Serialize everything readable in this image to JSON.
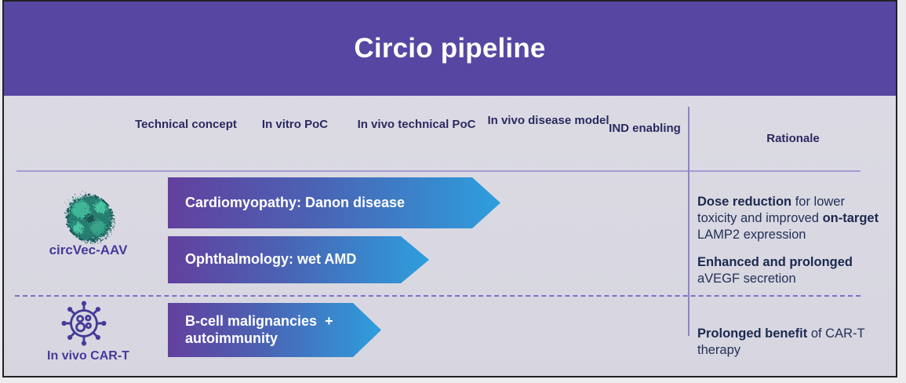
{
  "title": "Circio pipeline",
  "columns": [
    "Technical concept",
    "In vitro PoC",
    "In vivo technical PoC",
    "In vivo disease model",
    "IND enabling"
  ],
  "rationale_header": "Rationale",
  "rows": [
    {
      "program": "circVec-AAV",
      "icon": "aav-capsid-icon",
      "arrows": [
        {
          "label": "Cardiomyopathy: Danon disease"
        },
        {
          "label": "Ophthalmology: wet AMD"
        }
      ],
      "rationale": [
        [
          {
            "t": "Dose reduction",
            "b": true
          },
          {
            "t": " for lower toxicity and improved "
          },
          {
            "t": "on-target",
            "b": true
          },
          {
            "t": " LAMP2 expression"
          }
        ],
        [
          {
            "t": "Enhanced and prolonged",
            "b": true
          },
          {
            "t": " aVEGF secretion"
          }
        ]
      ]
    },
    {
      "program": "In vivo CAR-T",
      "icon": "car-t-cell-icon",
      "arrows": [
        {
          "label": "B-cell malignancies  +\nautoimmunity"
        }
      ],
      "rationale": [
        [
          {
            "t": "Prolonged benefit",
            "b": true
          },
          {
            "t": " of CAR-T therapy"
          }
        ]
      ]
    }
  ],
  "colors": {
    "header_bg": "#5747a2",
    "arrow_gradient_start": "#63409e",
    "arrow_gradient_end": "#2e9edd",
    "heading_text": "#2b2960",
    "body_text": "#223058",
    "program_label": "#46399b",
    "divider_purple": "#8d84c8",
    "dashed_separator": "#7d71c3",
    "aav_icon_teal": "#2a8574",
    "slide_bg": "#dad9e2",
    "border": "#212126"
  }
}
